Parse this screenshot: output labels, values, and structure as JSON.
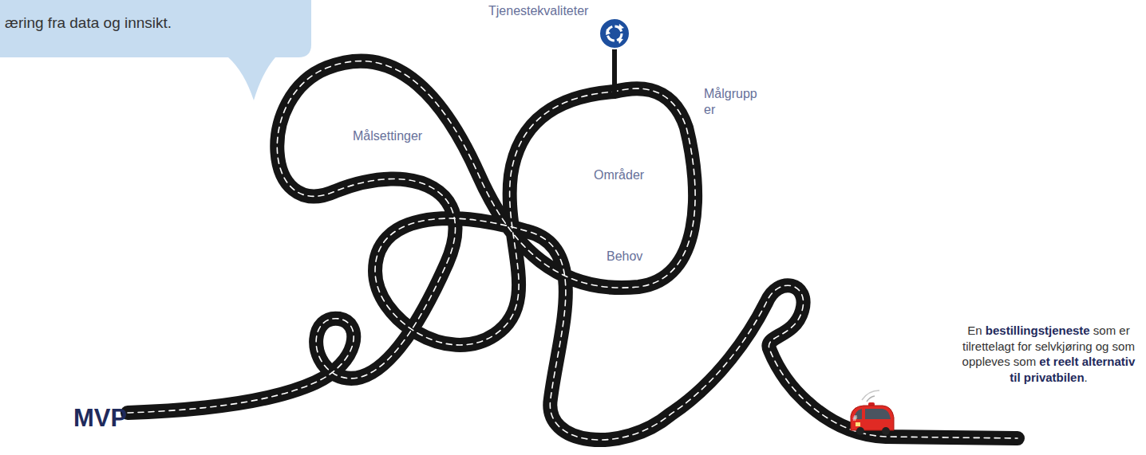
{
  "diagram": {
    "nodes": [
      {
        "text": [
          "æring fra data og innsikt."
        ]
      }
    ],
    "labels": [
      "Tjenestekvaliteter",
      "Målgrupp er",
      "Målsettinger",
      "Områder",
      "Behov",
      "En bestillingstjeneste som er tilrettelagt for selvkjøring og som oppleves som et reelt alternativ til privatbilen.",
      "MVP"
    ]
  }
}
